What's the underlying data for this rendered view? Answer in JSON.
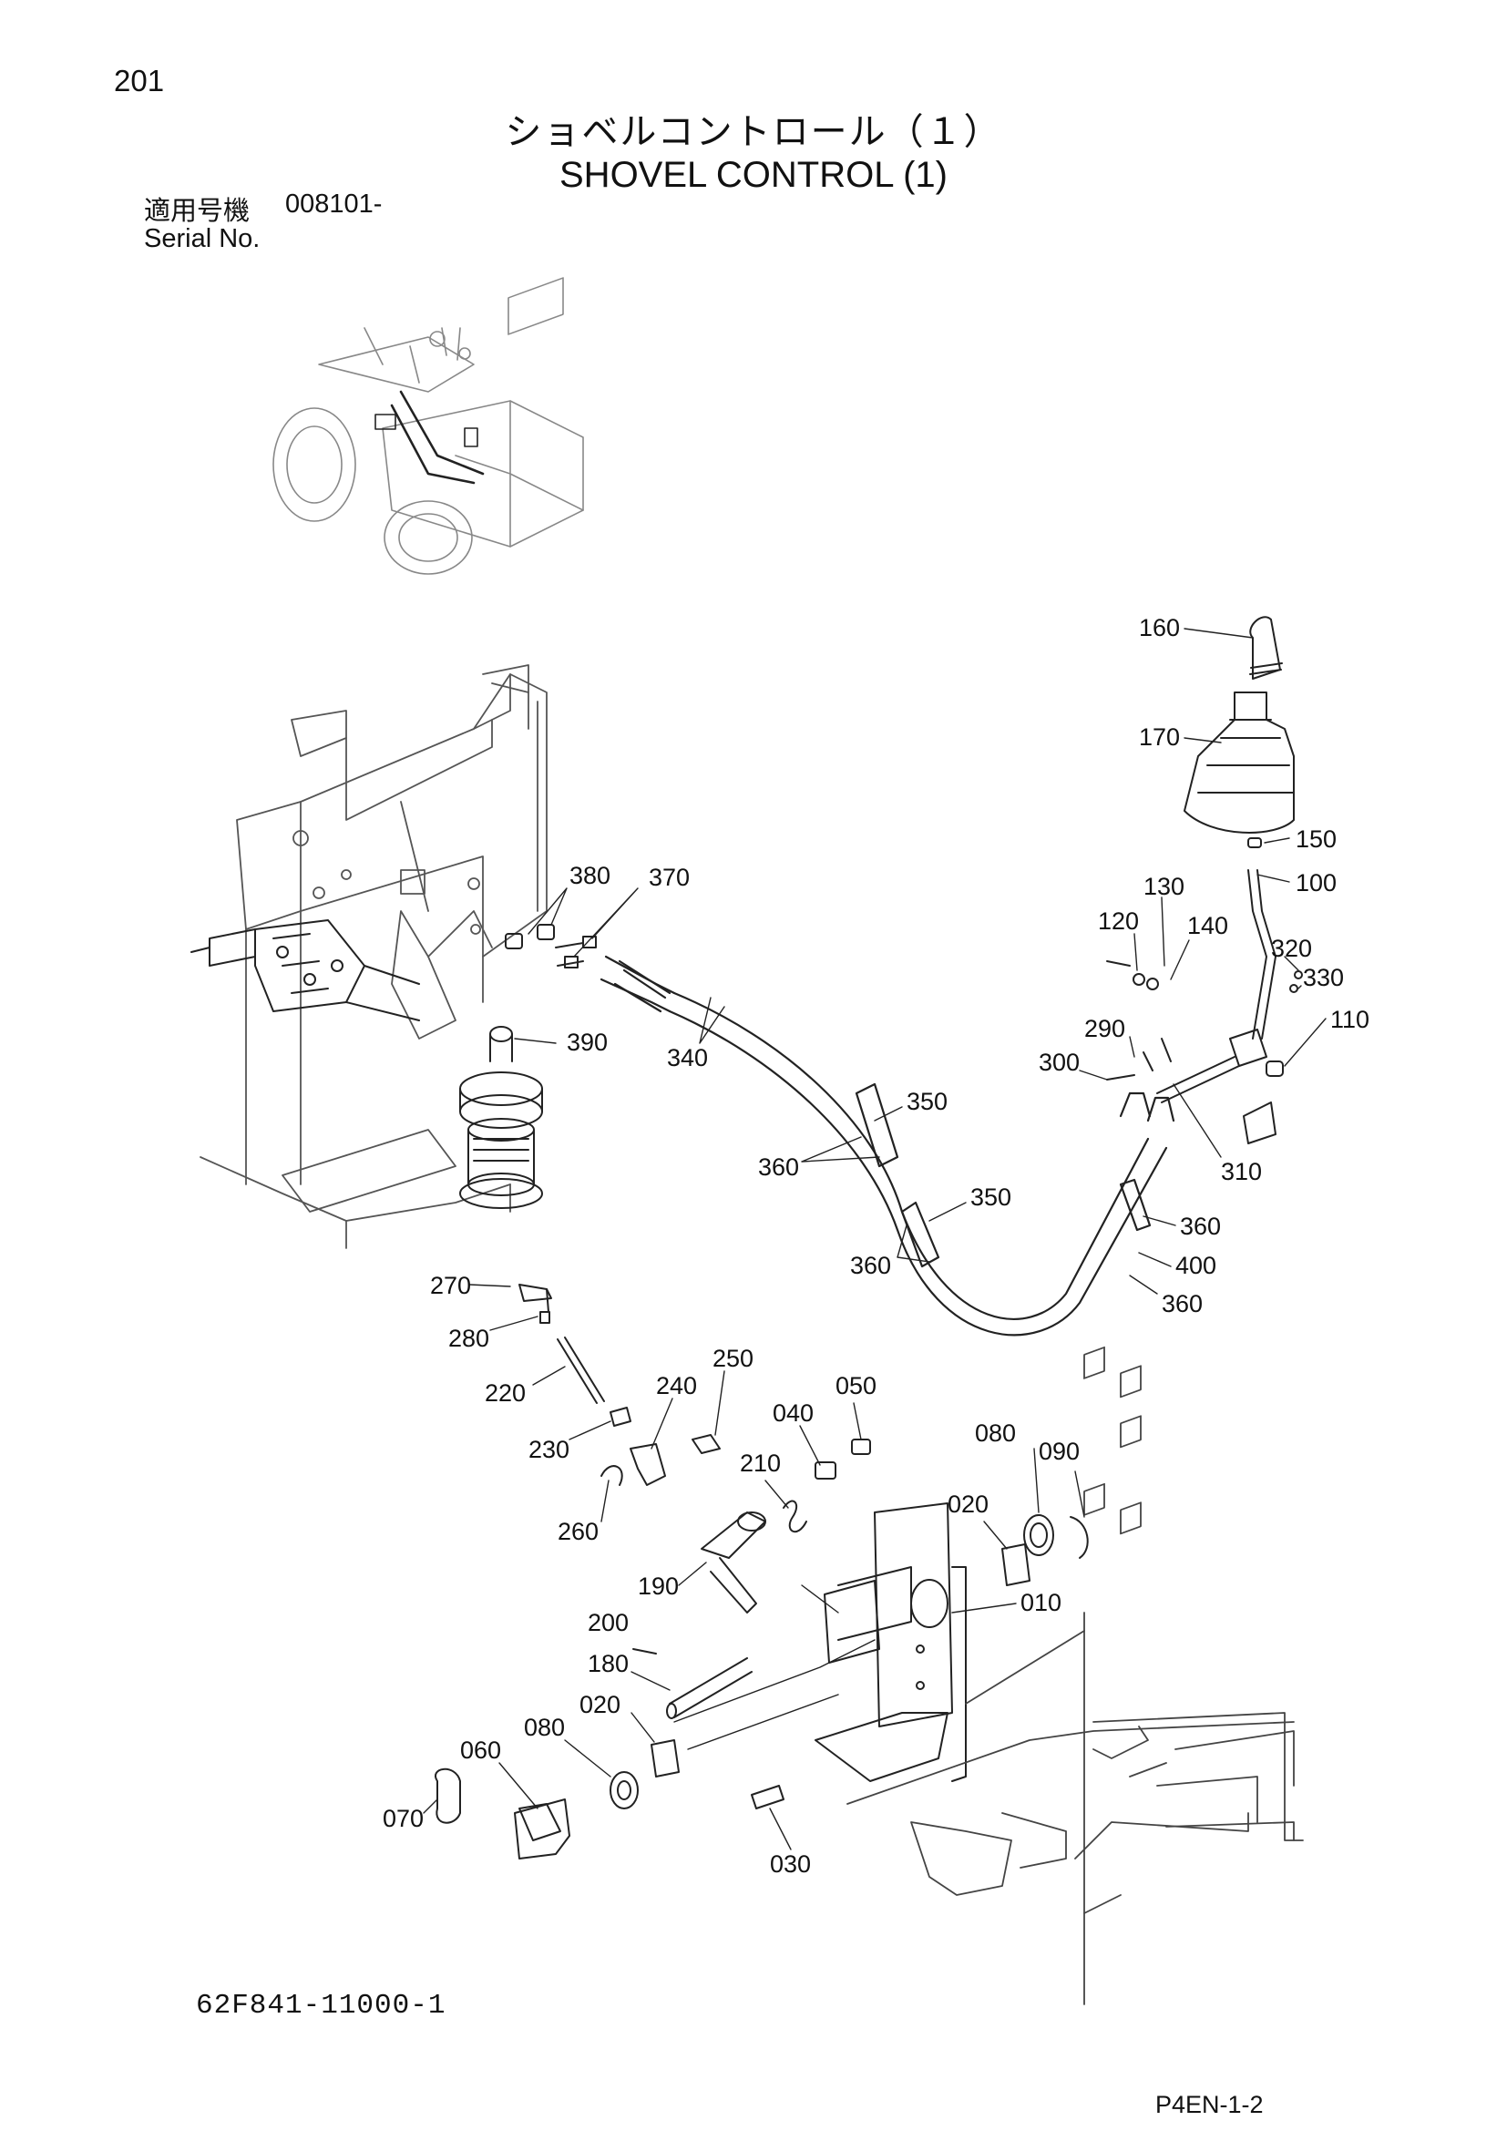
{
  "header": {
    "page_number": "201",
    "title_jp": "ショベルコントロール（１）",
    "title_en": "SHOVEL CONTROL (1)",
    "serial_label_jp": "適用号機",
    "serial_value": "008101-",
    "serial_label_en": "Serial No."
  },
  "footer": {
    "drawing_number": "62F841-11000-1",
    "page_code": "P4EN-1-2"
  },
  "callouts": {
    "c160": "160",
    "c170": "170",
    "c150": "150",
    "c100": "100",
    "c130": "130",
    "c120": "120",
    "c140": "140",
    "c320": "320",
    "c330": "330",
    "c110": "110",
    "c290": "290",
    "c300": "300",
    "c310": "310",
    "c380": "380",
    "c370": "370",
    "c390": "390",
    "c340": "340",
    "c350a": "350",
    "c360a": "360",
    "c350b": "350",
    "c360b": "360",
    "c360c": "360",
    "c400": "400",
    "c360d": "360",
    "c270": "270",
    "c280": "280",
    "c220": "220",
    "c240": "240",
    "c250": "250",
    "c230": "230",
    "c040": "040",
    "c050": "050",
    "c210": "210",
    "c260": "260",
    "c080a": "080",
    "c090": "090",
    "c020a": "020",
    "c190": "190",
    "c010": "010",
    "c200": "200",
    "c180": "180",
    "c020b": "020",
    "c080b": "080",
    "c060": "060",
    "c070": "070",
    "c030": "030"
  }
}
